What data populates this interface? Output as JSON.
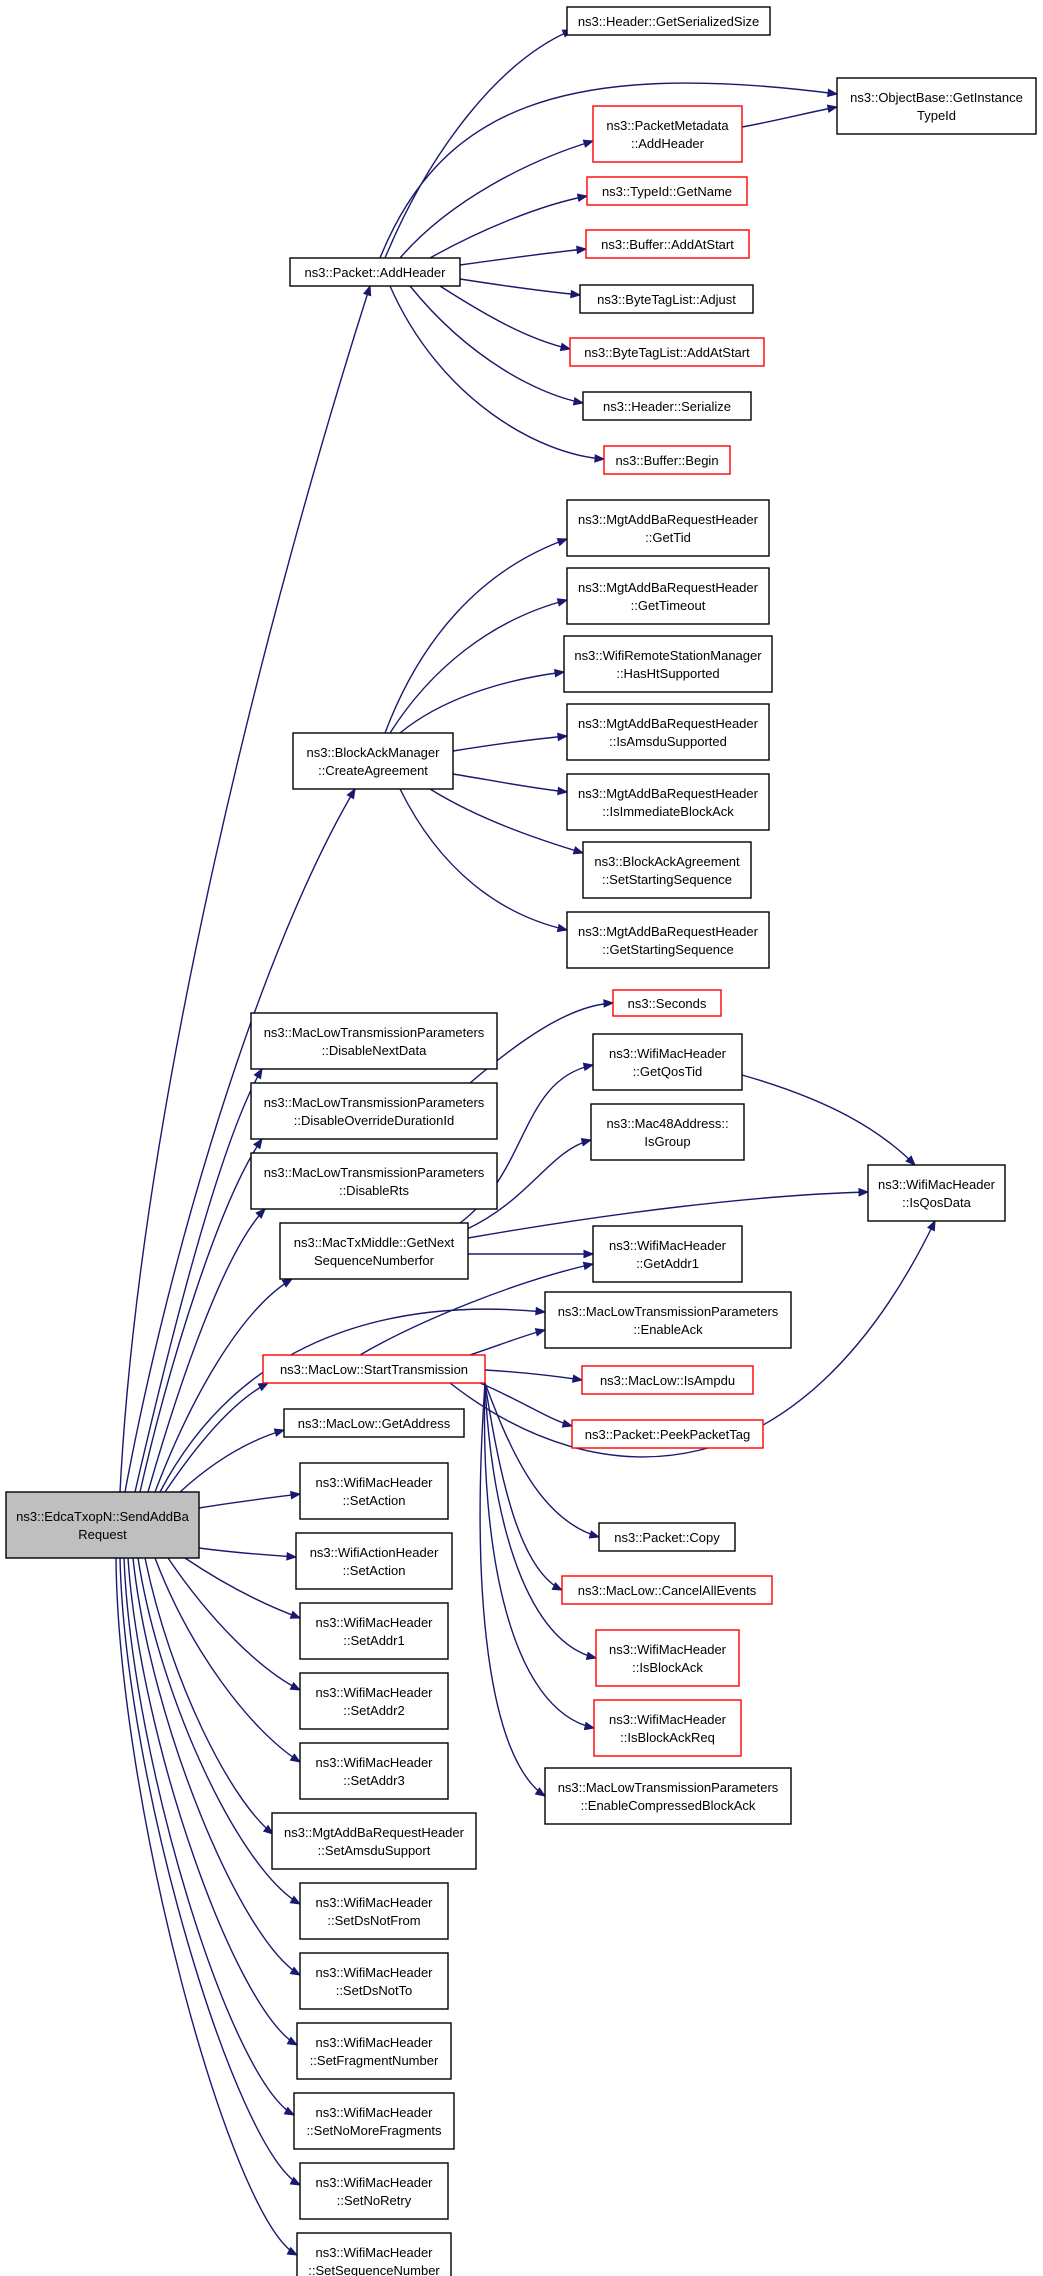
{
  "colors": {
    "edge": "#191970",
    "border_normal": "#000000",
    "border_highlight": "#ff0000",
    "fill_normal": "#ffffff",
    "fill_root": "#bfbfbf"
  },
  "nodes": [
    {
      "id": "root",
      "lines": [
        "ns3::EdcaTxopN::SendAddBa",
        "Request"
      ],
      "style": "root"
    },
    {
      "id": "addheader",
      "lines": [
        "ns3::Packet::AddHeader"
      ],
      "style": "normal"
    },
    {
      "id": "createagreement",
      "lines": [
        "ns3::BlockAckManager",
        "::CreateAgreement"
      ],
      "style": "normal"
    },
    {
      "id": "disablenextdata",
      "lines": [
        "ns3::MacLowTransmissionParameters",
        "::DisableNextData"
      ],
      "style": "normal"
    },
    {
      "id": "disableoverride",
      "lines": [
        "ns3::MacLowTransmissionParameters",
        "::DisableOverrideDurationId"
      ],
      "style": "normal"
    },
    {
      "id": "disablerts",
      "lines": [
        "ns3::MacLowTransmissionParameters",
        "::DisableRts"
      ],
      "style": "normal"
    },
    {
      "id": "getnextseq",
      "lines": [
        "ns3::MacTxMiddle::GetNext",
        "SequenceNumberfor"
      ],
      "style": "normal"
    },
    {
      "id": "starttx",
      "lines": [
        "ns3::MacLow::StartTransmission"
      ],
      "style": "highlight"
    },
    {
      "id": "getaddress",
      "lines": [
        "ns3::MacLow::GetAddress"
      ],
      "style": "normal"
    },
    {
      "id": "wmh_setaction",
      "lines": [
        "ns3::WifiMacHeader",
        "::SetAction"
      ],
      "style": "normal"
    },
    {
      "id": "wah_setaction",
      "lines": [
        "ns3::WifiActionHeader",
        "::SetAction"
      ],
      "style": "normal"
    },
    {
      "id": "setaddr1",
      "lines": [
        "ns3::WifiMacHeader",
        "::SetAddr1"
      ],
      "style": "normal"
    },
    {
      "id": "setaddr2",
      "lines": [
        "ns3::WifiMacHeader",
        "::SetAddr2"
      ],
      "style": "normal"
    },
    {
      "id": "setaddr3",
      "lines": [
        "ns3::WifiMacHeader",
        "::SetAddr3"
      ],
      "style": "normal"
    },
    {
      "id": "setamsdu",
      "lines": [
        "ns3::MgtAddBaRequestHeader",
        "::SetAmsduSupport"
      ],
      "style": "normal"
    },
    {
      "id": "setdsnotfrom",
      "lines": [
        "ns3::WifiMacHeader",
        "::SetDsNotFrom"
      ],
      "style": "normal"
    },
    {
      "id": "setdsnotto",
      "lines": [
        "ns3::WifiMacHeader",
        "::SetDsNotTo"
      ],
      "style": "normal"
    },
    {
      "id": "setfragnum",
      "lines": [
        "ns3::WifiMacHeader",
        "::SetFragmentNumber"
      ],
      "style": "normal"
    },
    {
      "id": "setnomorefrag",
      "lines": [
        "ns3::WifiMacHeader",
        "::SetNoMoreFragments"
      ],
      "style": "normal"
    },
    {
      "id": "setnoretry",
      "lines": [
        "ns3::WifiMacHeader",
        "::SetNoRetry"
      ],
      "style": "normal"
    },
    {
      "id": "setseqnum",
      "lines": [
        "ns3::WifiMacHeader",
        "::SetSequenceNumber"
      ],
      "style": "normal"
    },
    {
      "id": "getserializedsize",
      "lines": [
        "ns3::Header::GetSerializedSize"
      ],
      "style": "normal"
    },
    {
      "id": "getinstancetypeid",
      "lines": [
        "ns3::ObjectBase::GetInstance",
        "TypeId"
      ],
      "style": "normal"
    },
    {
      "id": "pm_addheader",
      "lines": [
        "ns3::PacketMetadata",
        "::AddHeader"
      ],
      "style": "highlight"
    },
    {
      "id": "typeid_getname",
      "lines": [
        "ns3::TypeId::GetName"
      ],
      "style": "highlight"
    },
    {
      "id": "buffer_addatstart",
      "lines": [
        "ns3::Buffer::AddAtStart"
      ],
      "style": "highlight"
    },
    {
      "id": "btl_adjust",
      "lines": [
        "ns3::ByteTagList::Adjust"
      ],
      "style": "normal"
    },
    {
      "id": "btl_addatstart",
      "lines": [
        "ns3::ByteTagList::AddAtStart"
      ],
      "style": "highlight"
    },
    {
      "id": "header_serialize",
      "lines": [
        "ns3::Header::Serialize"
      ],
      "style": "normal"
    },
    {
      "id": "buffer_begin",
      "lines": [
        "ns3::Buffer::Begin"
      ],
      "style": "highlight"
    },
    {
      "id": "gettid",
      "lines": [
        "ns3::MgtAddBaRequestHeader",
        "::GetTid"
      ],
      "style": "normal"
    },
    {
      "id": "gettimeout",
      "lines": [
        "ns3::MgtAddBaRequestHeader",
        "::GetTimeout"
      ],
      "style": "normal"
    },
    {
      "id": "hashtsupported",
      "lines": [
        "ns3::WifiRemoteStationManager",
        "::HasHtSupported"
      ],
      "style": "normal"
    },
    {
      "id": "isamsdusupported",
      "lines": [
        "ns3::MgtAddBaRequestHeader",
        "::IsAmsduSupported"
      ],
      "style": "normal"
    },
    {
      "id": "isimmediateblockack",
      "lines": [
        "ns3::MgtAddBaRequestHeader",
        "::IsImmediateBlockAck"
      ],
      "style": "normal"
    },
    {
      "id": "setstartingseq",
      "lines": [
        "ns3::BlockAckAgreement",
        "::SetStartingSequence"
      ],
      "style": "normal"
    },
    {
      "id": "getstartingseq",
      "lines": [
        "ns3::MgtAddBaRequestHeader",
        "::GetStartingSequence"
      ],
      "style": "normal"
    },
    {
      "id": "seconds",
      "lines": [
        "ns3::Seconds"
      ],
      "style": "highlight"
    },
    {
      "id": "getqostid",
      "lines": [
        "ns3::WifiMacHeader",
        "::GetQosTid"
      ],
      "style": "normal"
    },
    {
      "id": "isgroup",
      "lines": [
        "ns3::Mac48Address::",
        "IsGroup"
      ],
      "style": "normal"
    },
    {
      "id": "isqosdata",
      "lines": [
        "ns3::WifiMacHeader",
        "::IsQosData"
      ],
      "style": "normal"
    },
    {
      "id": "getaddr1",
      "lines": [
        "ns3::WifiMacHeader",
        "::GetAddr1"
      ],
      "style": "normal"
    },
    {
      "id": "enableack",
      "lines": [
        "ns3::MacLowTransmissionParameters",
        "::EnableAck"
      ],
      "style": "normal"
    },
    {
      "id": "isampdu",
      "lines": [
        "ns3::MacLow::IsAmpdu"
      ],
      "style": "highlight"
    },
    {
      "id": "peekpackettag",
      "lines": [
        "ns3::Packet::PeekPacketTag"
      ],
      "style": "highlight"
    },
    {
      "id": "packet_copy",
      "lines": [
        "ns3::Packet::Copy"
      ],
      "style": "normal"
    },
    {
      "id": "cancelallevents",
      "lines": [
        "ns3::MacLow::CancelAllEvents"
      ],
      "style": "highlight"
    },
    {
      "id": "isblockack",
      "lines": [
        "ns3::WifiMacHeader",
        "::IsBlockAck"
      ],
      "style": "highlight"
    },
    {
      "id": "isblockackreq",
      "lines": [
        "ns3::WifiMacHeader",
        "::IsBlockAckReq"
      ],
      "style": "highlight"
    },
    {
      "id": "enablecompressed",
      "lines": [
        "ns3::MacLowTransmissionParameters",
        "::EnableCompressedBlockAck"
      ],
      "style": "normal"
    }
  ],
  "edges": [
    [
      "root",
      "addheader"
    ],
    [
      "root",
      "createagreement"
    ],
    [
      "root",
      "disablenextdata"
    ],
    [
      "root",
      "disableoverride"
    ],
    [
      "root",
      "disablerts"
    ],
    [
      "root",
      "getnextseq"
    ],
    [
      "root",
      "starttx"
    ],
    [
      "root",
      "getaddress"
    ],
    [
      "root",
      "wmh_setaction"
    ],
    [
      "root",
      "wah_setaction"
    ],
    [
      "root",
      "setaddr1"
    ],
    [
      "root",
      "setaddr2"
    ],
    [
      "root",
      "setaddr3"
    ],
    [
      "root",
      "setamsdu"
    ],
    [
      "root",
      "setdsnotfrom"
    ],
    [
      "root",
      "setdsnotto"
    ],
    [
      "root",
      "setfragnum"
    ],
    [
      "root",
      "setnomorefrag"
    ],
    [
      "root",
      "setnoretry"
    ],
    [
      "root",
      "setseqnum"
    ],
    [
      "root",
      "enableack"
    ],
    [
      "addheader",
      "getserializedsize"
    ],
    [
      "addheader",
      "getinstancetypeid"
    ],
    [
      "addheader",
      "pm_addheader"
    ],
    [
      "addheader",
      "typeid_getname"
    ],
    [
      "addheader",
      "buffer_addatstart"
    ],
    [
      "addheader",
      "btl_adjust"
    ],
    [
      "addheader",
      "btl_addatstart"
    ],
    [
      "addheader",
      "header_serialize"
    ],
    [
      "addheader",
      "buffer_begin"
    ],
    [
      "pm_addheader",
      "getinstancetypeid"
    ],
    [
      "createagreement",
      "gettid"
    ],
    [
      "createagreement",
      "gettimeout"
    ],
    [
      "createagreement",
      "hashtsupported"
    ],
    [
      "createagreement",
      "isamsdusupported"
    ],
    [
      "createagreement",
      "isimmediateblockack"
    ],
    [
      "createagreement",
      "setstartingseq"
    ],
    [
      "createagreement",
      "getstartingseq"
    ],
    [
      "disableoverride",
      "seconds"
    ],
    [
      "getnextseq",
      "getqostid"
    ],
    [
      "getnextseq",
      "isgroup"
    ],
    [
      "getnextseq",
      "isqosdata"
    ],
    [
      "getnextseq",
      "getaddr1"
    ],
    [
      "getqostid",
      "isqosdata"
    ],
    [
      "starttx",
      "getaddr1"
    ],
    [
      "starttx",
      "enableack"
    ],
    [
      "starttx",
      "isampdu"
    ],
    [
      "starttx",
      "peekpackettag"
    ],
    [
      "starttx",
      "isqosdata"
    ],
    [
      "starttx",
      "packet_copy"
    ],
    [
      "starttx",
      "cancelallevents"
    ],
    [
      "starttx",
      "isblockack"
    ],
    [
      "starttx",
      "isblockackreq"
    ],
    [
      "starttx",
      "enablecompressed"
    ]
  ]
}
